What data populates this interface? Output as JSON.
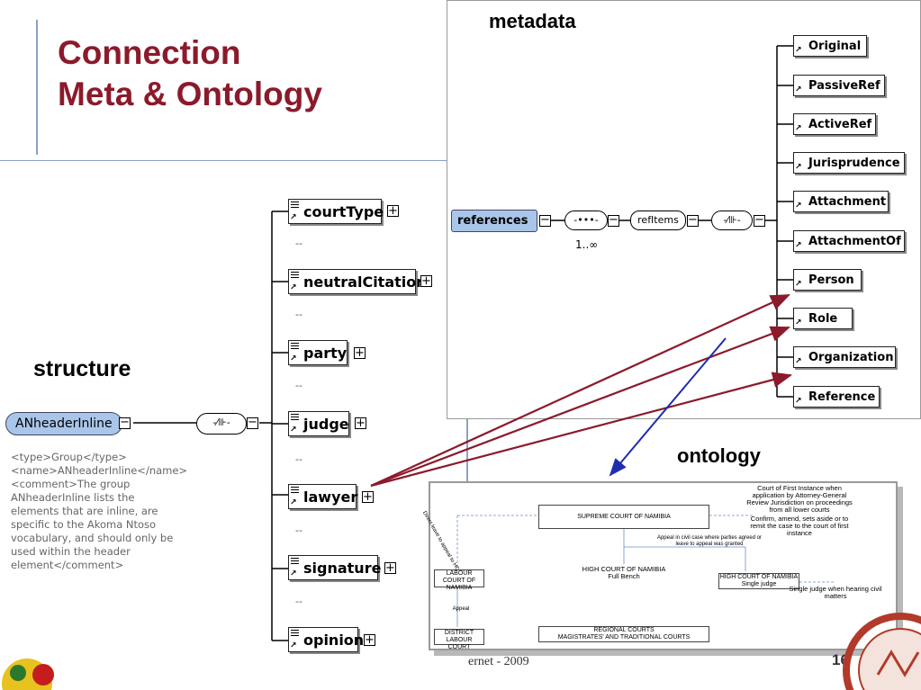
{
  "slide": {
    "title_line1": "Connection",
    "title_line2": "Meta & Ontology",
    "footer": "ernet - 2009",
    "page_number": "16"
  },
  "labels": {
    "metadata": "metadata",
    "structure": "structure",
    "ontology": "ontology"
  },
  "colors": {
    "title": "#8b1a2b",
    "node_highlight": "#a9c6ea",
    "link_arrow": "#8b1a2b",
    "ontology_arrow": "#1f2db0"
  },
  "structure": {
    "root": "ANheaderInline",
    "children": [
      "courtType",
      "neutralCitation",
      "party",
      "judge",
      "lawyer",
      "signature",
      "opinion"
    ],
    "separator": "--",
    "doc_text": "<type>Group</type> <name>ANheaderInline</name> <comment>The group ANheaderInline lists the elements that are inline, are specific to the Akoma Ntoso vocabulary, and should only be used within the header element</comment>"
  },
  "metadata": {
    "root": "references",
    "sequence_cardinality": "1..∞",
    "group": "refItems",
    "children": [
      "Original",
      "PassiveRef",
      "ActiveRef",
      "Jurisprudence",
      "Attachment",
      "AttachmentOf",
      "Person",
      "Role",
      "Organization",
      "Reference"
    ]
  },
  "ontology": {
    "supreme": "SUPREME COURT OF NAMIBIA",
    "note_first_instance": "Court of First Instance  when application by Attorney-General Review Jurisdiction on proceedings from all lower courts",
    "note_confirm": "Confirm, amend, sets aside or to remit the case to the court of first instance",
    "appeal_civil": "Appeal in civil case where parties agreed or leave to appeal was granted",
    "high_full": "HIGH COURT OF NAMIBIA",
    "high_full_sub": "Full Bench",
    "high_single": "HIGH COURT OF NAMIBIA",
    "high_single_sub": "Single judge",
    "single_judge_note": "Single judge when hearing civil matters",
    "labour": "LABOUR COURT OF NAMIBIA",
    "district": "DISTRICT LABOUR COURT",
    "regional": "REGIONAL COURTS",
    "regional_sub": "MAGISTRATES' AND TRADITIONAL COURTS",
    "appeal": "Appeal",
    "direct_leave": "Direct leave to appeal to HC"
  }
}
